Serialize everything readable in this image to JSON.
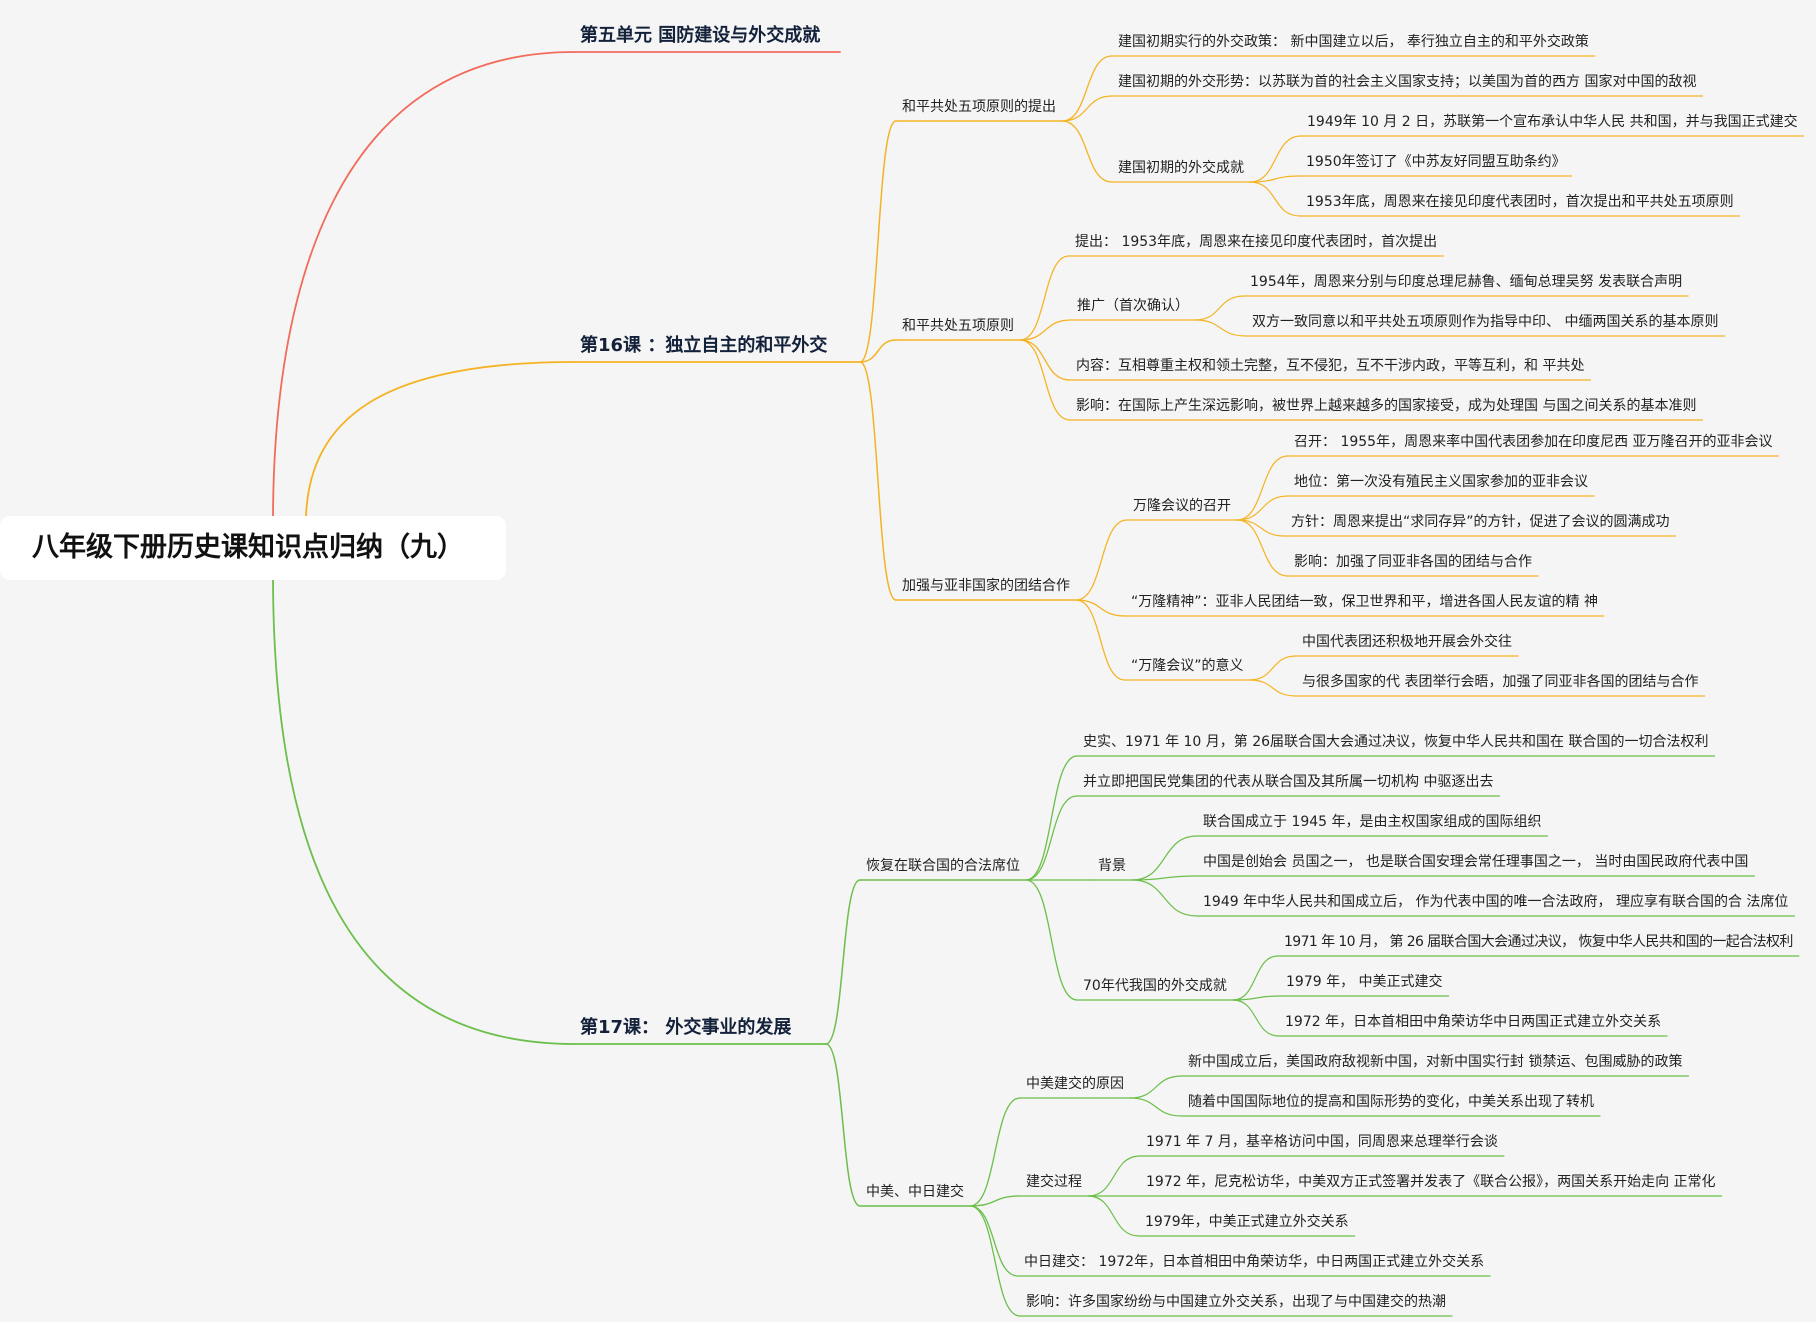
{
  "colors": {
    "red": "#f26b5b",
    "orange": "#f5b324",
    "green": "#6bbf4a"
  },
  "root": "八年级下册历史课知识点归纳（九）",
  "unit": "第五单元 国防建设与外交成就",
  "lesson16": {
    "title": "第16课 ：独立自主的和平外交",
    "a": {
      "label": "和平共处五项原则的提出",
      "policy": "建国初期实行的外交政策： 新中国建立以后， 奉行独立自主的和平外交政策",
      "situation": "建国初期的外交形势：以苏联为首的社会主义国家支持；以美国为首的西方 国家对中国的敌视",
      "achieve": {
        "label": "建国初期的外交成就",
        "items": [
          "1949年 10 月 2 日，苏联第一个宣布承认中华人民 共和国，并与我国正式建交",
          "1950年签订了《中苏友好同盟互助条约》",
          "1953年底，周恩来在接见印度代表团时，首次提出和平共处五项原则"
        ]
      }
    },
    "b": {
      "label": "和平共处五项原则",
      "propose": "提出： 1953年底，周恩来在接见印度代表团时，首次提出",
      "promote": {
        "label": "推广（首次确认）",
        "items": [
          "1954年，周恩来分别与印度总理尼赫鲁、缅甸总理吴努 发表联合声明",
          "双方一致同意以和平共处五项原则作为指导中印、 中缅两国关系的基本原则"
        ]
      },
      "content": "内容：互相尊重主权和领土完整，互不侵犯，互不干涉内政，平等互利，和 平共处",
      "impact": "影响：在国际上产生深远影响，被世界上越来越多的国家接受，成为处理国 与国之间关系的基本准则"
    },
    "c": {
      "label": "加强与亚非国家的团结合作",
      "bandung": {
        "label": "万隆会议的召开",
        "items": [
          "召开： 1955年，周恩来率中国代表团参加在印度尼西 亚万隆召开的亚非会议",
          "地位：第一次没有殖民主义国家参加的亚非会议",
          "方针：周恩来提出“求同存异”的方针，促进了会议的圆满成功",
          "影响：加强了同亚非各国的团结与合作"
        ]
      },
      "spirit": "“万隆精神”：亚非人民团结一致，保卫世界和平，增进各国人民友谊的精 神",
      "meaning": {
        "label": "“万隆会议”的意义",
        "items": [
          "中国代表团还积极地开展会外交往",
          "与很多国家的代 表团举行会晤，加强了同亚非各国的团结与合作"
        ]
      }
    }
  },
  "lesson17": {
    "title": "第17课： 外交事业的发展",
    "un": {
      "label": "恢复在联合国的合法席位",
      "fact": "史实、1971 年 10 月，第 26届联合国大会通过决议，恢复中华人民共和国在 联合国的一切合法权利",
      "expel": "并立即把国民党集团的代表从联合国及其所属一切机构 中驱逐出去",
      "background": {
        "label": "背景",
        "items": [
          "联合国成立于 1945 年，是由主权国家组成的国际组织",
          "中国是创始会 员国之一， 也是联合国安理会常任理事国之一， 当时由国民政府代表中国",
          "1949 年中华人民共和国成立后， 作为代表中国的唯一合法政府， 理应享有联合国的合 法席位"
        ]
      },
      "seventies": {
        "label": "70年代我国的外交成就",
        "items": [
          "1971 年 10 月， 第 26 届联合国大会通过决议， 恢复中华人民共和国的一起合法权利",
          "1979 年， 中美正式建交",
          "1972 年，日本首相田中角荣访华中日两国正式建立外交关系"
        ]
      }
    },
    "uj": {
      "label": "中美、中日建交",
      "reason": {
        "label": "中美建交的原因",
        "items": [
          "新中国成立后，美国政府敌视新中国，对新中国实行封 锁禁运、包围威胁的政策",
          "随着中国国际地位的提高和国际形势的变化，中美关系出现了转机"
        ]
      },
      "process": {
        "label": "建交过程",
        "items": [
          "1971 年 7 月，基辛格访问中国，同周恩来总理举行会谈",
          "1972 年，尼克松访华，中美双方正式签署并发表了《联合公报》，两国关系开始走向 正常化",
          "1979年，中美正式建立外交关系"
        ]
      },
      "japan": "中日建交： 1972年，日本首相田中角荣访华，中日两国正式建立外交关系",
      "impact": "影响：许多国家纷纷与中国建立外交关系，出现了与中国建交的热潮"
    }
  }
}
